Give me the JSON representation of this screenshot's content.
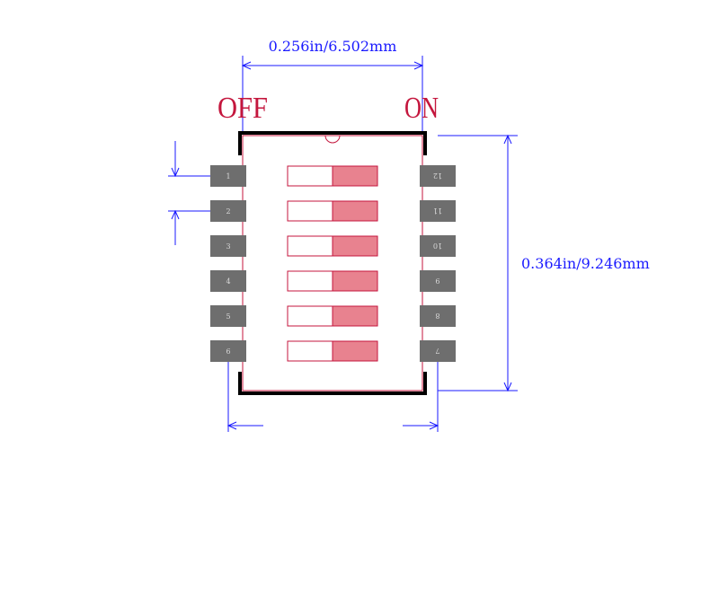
{
  "labels": {
    "width_dimension": "0.256in/6.502mm",
    "height_dimension": "0.364in/9.246mm",
    "off": "OFF",
    "on": "ON"
  },
  "pads": {
    "left": [
      "1",
      "2",
      "3",
      "4",
      "5",
      "6"
    ],
    "right": [
      "12",
      "11",
      "10",
      "9",
      "8",
      "7"
    ]
  },
  "switches": {
    "count": 6,
    "position": "ON"
  },
  "colors": {
    "dimension_line": "#1a1aff",
    "outline": "#c4163d",
    "switch_fill": "#e8828f",
    "pad": "#6e6e6e",
    "body_edge": "#000000"
  }
}
